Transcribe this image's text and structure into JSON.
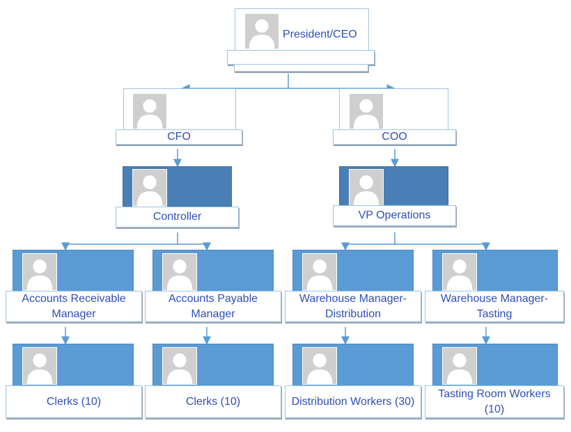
{
  "colors": {
    "connector": "#5b9bd5",
    "text": "#2f4eb8",
    "level3_fill": "#4a7fb5",
    "level4_fill": "#5b9bd5"
  },
  "nodes": {
    "ceo": {
      "title": "President/CEO"
    },
    "cfo": {
      "title": "CFO"
    },
    "coo": {
      "title": "COO"
    },
    "controller": {
      "title": "Controller"
    },
    "vp_operations": {
      "title": "VP Operations"
    },
    "ar_manager": {
      "title": "Accounts Receivable Manager"
    },
    "ap_manager": {
      "title": "Accounts Payable Manager"
    },
    "wh_distribution": {
      "title": "Warehouse Manager-Distribution"
    },
    "wh_tasting": {
      "title": "Warehouse Manager-Tasting"
    },
    "ar_clerks": {
      "title": "Clerks (10)"
    },
    "ap_clerks": {
      "title": "Clerks (10)"
    },
    "distribution_workers": {
      "title": "Distribution Workers (30)"
    },
    "tasting_workers": {
      "title": "Tasting Room Workers (10)"
    }
  }
}
